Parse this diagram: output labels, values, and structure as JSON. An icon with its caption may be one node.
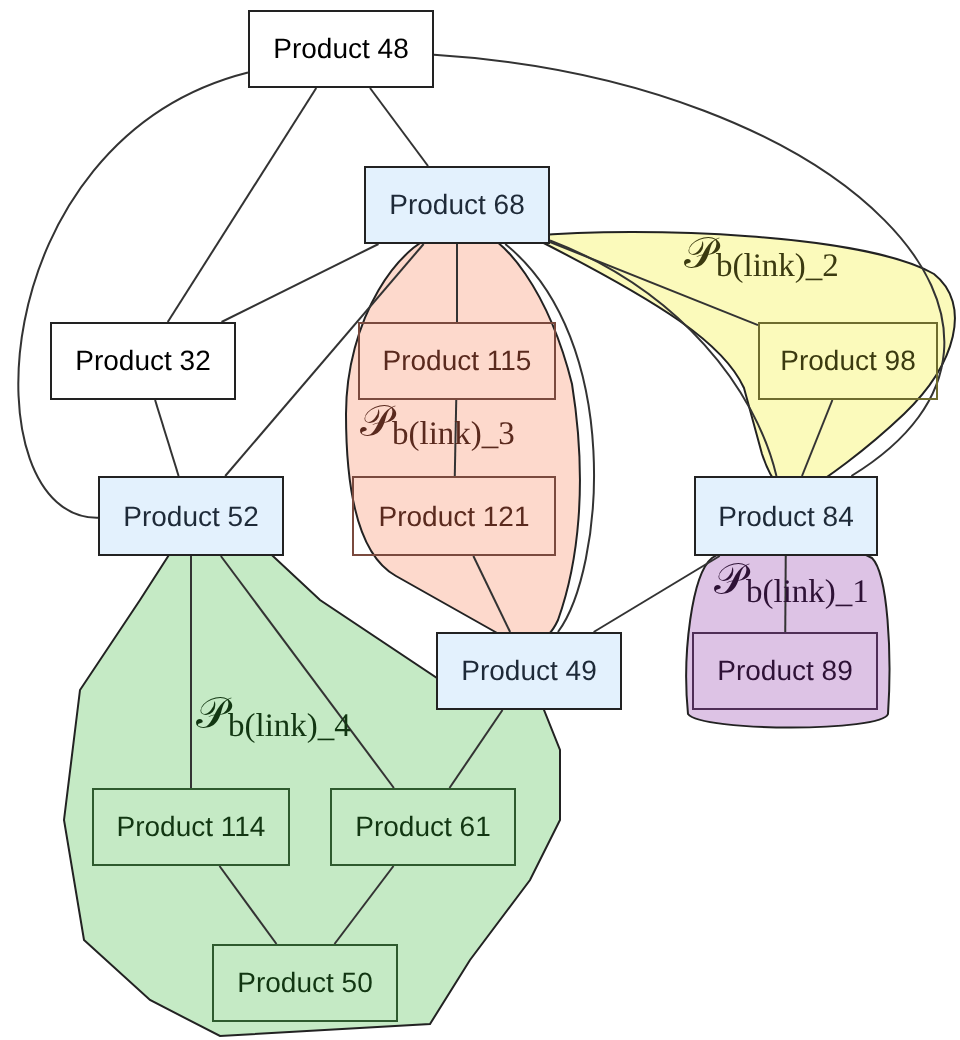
{
  "diagram": {
    "nodes": [
      {
        "text": [
          "Product 48"
        ]
      },
      {
        "text": [
          "Product 68"
        ]
      },
      {
        "text": [
          "Product 32"
        ]
      },
      {
        "text": [
          "𝒫$_{b(link)_3}$"
        ]
      },
      {
        "text": [
          "Product 115"
        ],
        "in": 3
      },
      {
        "text": [
          "Product 121"
        ],
        "in": 3
      },
      {
        "text": [
          "𝒫$_{b(link)_2}$"
        ]
      },
      {
        "text": [
          "Product 98"
        ],
        "in": 6
      },
      {
        "text": [
          "Product 52"
        ]
      },
      {
        "text": [
          "Product 84"
        ]
      },
      {
        "text": [
          "𝒫$_{b(link)_1}$"
        ]
      },
      {
        "text": [
          "Product 89"
        ],
        "in": 10
      },
      {
        "text": [
          "Product 49"
        ]
      },
      {
        "text": [
          "𝒫$_{b(link)_4}$"
        ]
      },
      {
        "text": [
          "Product 114"
        ],
        "in": 13
      },
      {
        "text": [
          "Product 61"
        ],
        "in": 13
      },
      {
        "text": [
          "Product 50"
        ],
        "in": 13
      }
    ],
    "edges": [
      {
        "from": 0,
        "to": 2,
        "arrow": "none"
      },
      {
        "from": 0,
        "to": 8,
        "arrow": "none"
      },
      {
        "from": 0,
        "to": 1,
        "arrow": "none"
      },
      {
        "from": 0,
        "to": 9,
        "arrow": "none"
      },
      {
        "from": 1,
        "to": 2,
        "arrow": "none"
      },
      {
        "from": 1,
        "to": 8,
        "arrow": "none"
      },
      {
        "from": 1,
        "to": 4,
        "arrow": "none"
      },
      {
        "from": 1,
        "to": 12,
        "arrow": "none"
      },
      {
        "from": 1,
        "to": 7,
        "arrow": "none"
      },
      {
        "from": 1,
        "to": 9,
        "arrow": "none"
      },
      {
        "from": 2,
        "to": 8,
        "arrow": "none"
      },
      {
        "from": 4,
        "to": 5,
        "arrow": "none"
      },
      {
        "from": 5,
        "to": 12,
        "arrow": "none"
      },
      {
        "from": 7,
        "to": 9,
        "arrow": "none"
      },
      {
        "from": 9,
        "to": 11,
        "arrow": "none"
      },
      {
        "from": 9,
        "to": 12,
        "arrow": "none"
      },
      {
        "from": 8,
        "to": 14,
        "arrow": "none"
      },
      {
        "from": 8,
        "to": 15,
        "arrow": "none"
      },
      {
        "from": 12,
        "to": 15,
        "arrow": "none"
      },
      {
        "from": 14,
        "to": 16,
        "arrow": "none"
      },
      {
        "from": 15,
        "to": 16,
        "arrow": "none"
      }
    ]
  }
}
